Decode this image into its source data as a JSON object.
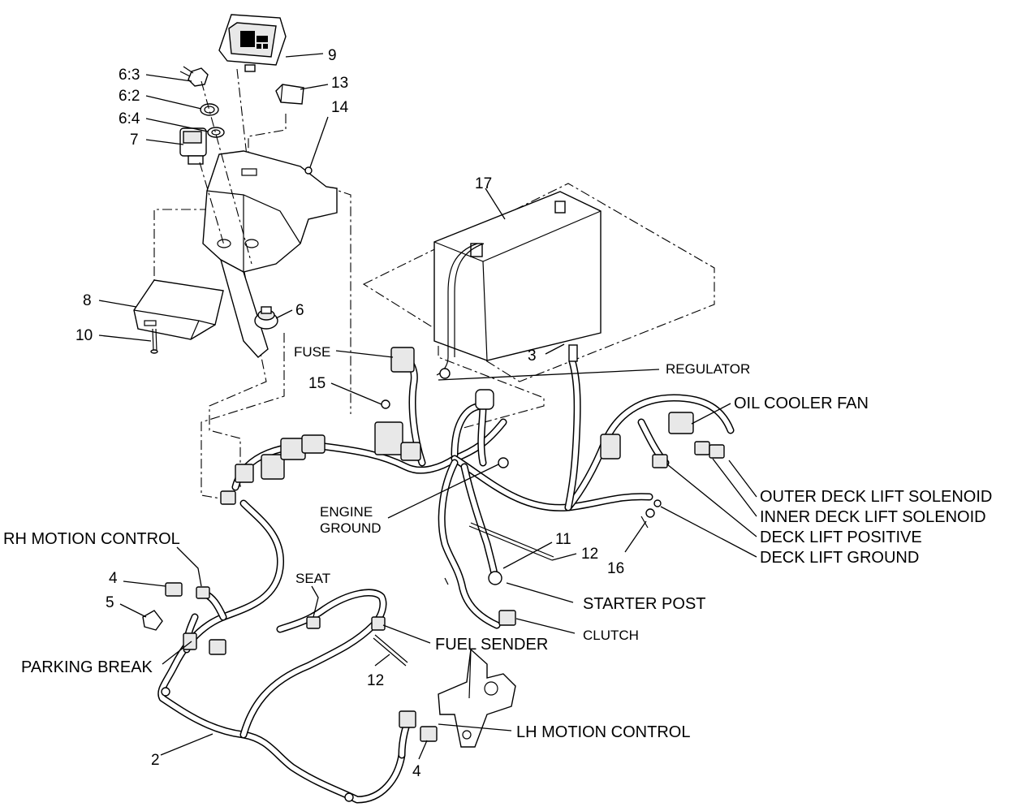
{
  "callouts": {
    "c9": "9",
    "c6_3": "6:3",
    "c13": "13",
    "c6_2": "6:2",
    "c14": "14",
    "c6_4": "6:4",
    "c7": "7",
    "c17": "17",
    "c8": "8",
    "c6": "6",
    "c10": "10",
    "c3": "3",
    "c15": "15",
    "c11": "11",
    "c12a": "12",
    "c16": "16",
    "c4a": "4",
    "c5": "5",
    "c12b": "12",
    "c2": "2",
    "c4b": "4"
  },
  "labels": {
    "fuse": "FUSE",
    "regulator": "REGULATOR",
    "oil_cooler_fan": "OIL COOLER FAN",
    "outer_deck": "OUTER DECK LIFT SOLENOID",
    "inner_deck": "INNER DECK LIFT SOLENOID",
    "deck_lift_positive": "DECK LIFT POSITIVE",
    "deck_lift_ground": "DECK LIFT GROUND",
    "engine_ground_1": "ENGINE",
    "engine_ground_2": "GROUND",
    "rh_motion_control": "RH MOTION CONTROL",
    "seat": "SEAT",
    "starter_post": "STARTER POST",
    "clutch": "CLUTCH",
    "fuel_sender": "FUEL SENDER",
    "parking_break": "PARKING BREAK",
    "lh_motion_control": "LH MOTION CONTROL"
  },
  "display_icon": "hour-meter-display-icon"
}
